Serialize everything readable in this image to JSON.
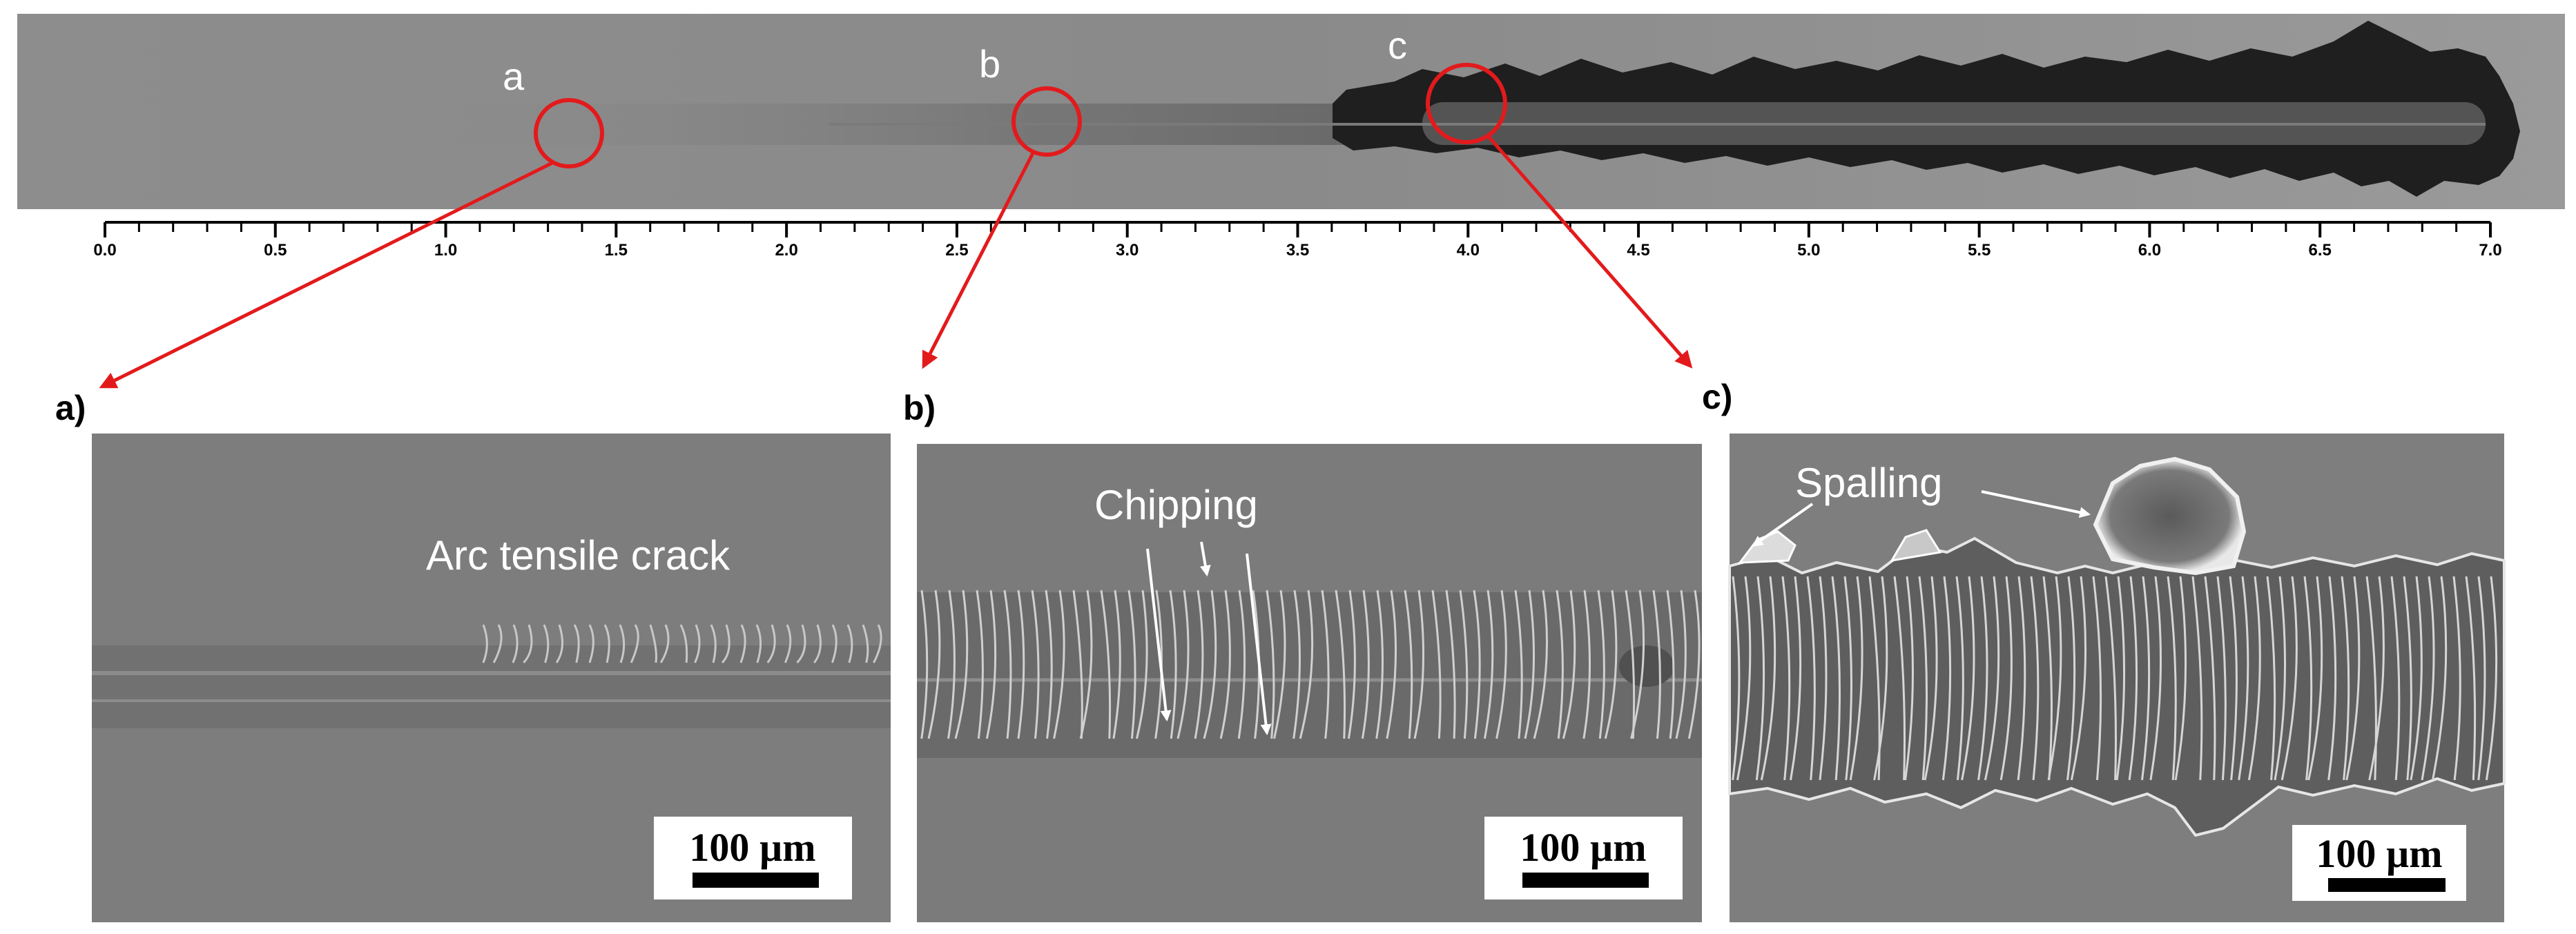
{
  "strip": {
    "circle_labels": [
      "a",
      "b",
      "c"
    ],
    "axis": {
      "min": 0.0,
      "max": 7.0,
      "major_step": 0.5,
      "minor_step": 0.1,
      "tick_labels": [
        "0.0",
        "0.5",
        "1.0",
        "1.5",
        "2.0",
        "2.5",
        "3.0",
        "3.5",
        "4.0",
        "4.5",
        "5.0",
        "5.5",
        "6.0",
        "6.5",
        "7.0"
      ]
    },
    "circle_positions": [
      1.37,
      2.77,
      4.0
    ]
  },
  "panels": [
    {
      "letter": "a)",
      "annotation": "Arc tensile crack",
      "scalebar": "100 µm"
    },
    {
      "letter": "b)",
      "annotation": "Chipping",
      "scalebar": "100 µm"
    },
    {
      "letter": "c)",
      "annotation": "Spalling",
      "scalebar": "100 µm"
    }
  ],
  "colors": {
    "accent_red": "#e31a1c",
    "sem_gray": "#8a8a8a",
    "track_dark": "#1a1a1a"
  }
}
